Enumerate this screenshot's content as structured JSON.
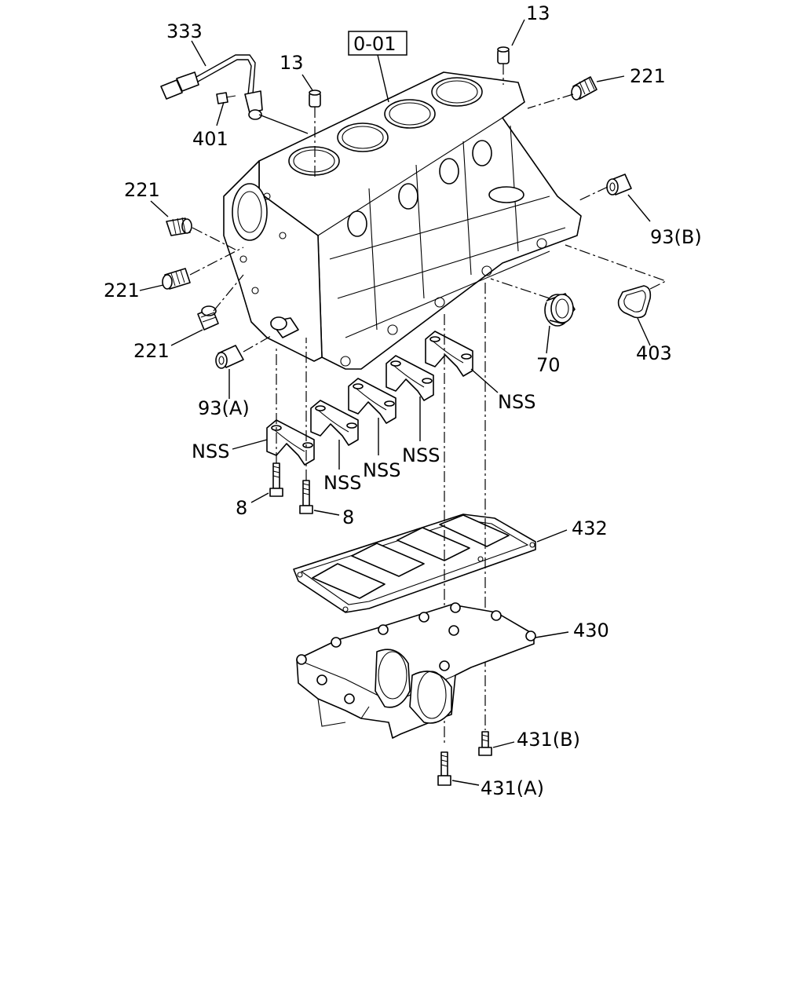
{
  "reference_box": "0-01",
  "callouts": {
    "c333": "333",
    "c401": "401",
    "c13_left": "13",
    "c13_right": "13",
    "c221_top_right": "221",
    "c221_left_top": "221",
    "c221_left_mid": "221",
    "c221_left_bottom": "221",
    "c93b": "93(B)",
    "c93a": "93(A)",
    "c403": "403",
    "c70": "70",
    "nss_1": "NSS",
    "nss_2": "NSS",
    "nss_3": "NSS",
    "nss_4": "NSS",
    "nss_5": "NSS",
    "c8_left": "8",
    "c8_right": "8",
    "c432": "432",
    "c430": "430",
    "c431b": "431(B)",
    "c431a": "431(A)"
  },
  "parts": [
    "cylinder-block",
    "sensor-harness",
    "dowel-pin",
    "expansion-plug",
    "bushing",
    "oil-seal",
    "o-ring",
    "main-bearing-cap",
    "cap-bolt",
    "gasket",
    "ladder-frame",
    "frame-bolt"
  ]
}
